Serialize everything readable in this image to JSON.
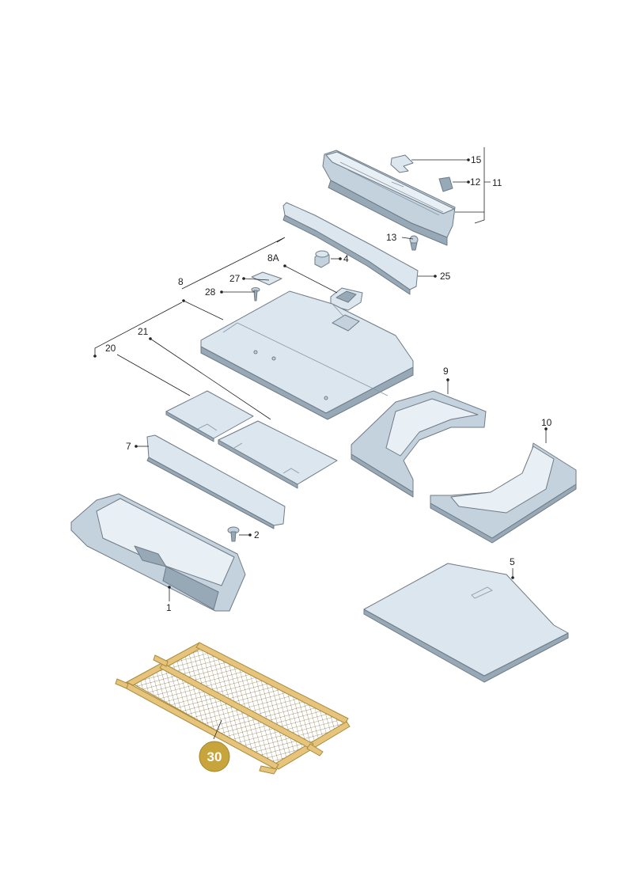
{
  "labels": {
    "l15": "15",
    "l12": "12",
    "l11": "11",
    "l13": "13",
    "l25": "25",
    "l8A": "8A",
    "l4": "4",
    "l8": "8",
    "l27": "27",
    "l28": "28",
    "l21": "21",
    "l20": "20",
    "l9": "9",
    "l10": "10",
    "l7": "7",
    "l2": "2",
    "l1": "1",
    "l5": "5",
    "l30": "30"
  },
  "colors": {
    "part_light": "#dce6ee",
    "part_shadow": "#97a8b6",
    "net_strap": "#e6c47c",
    "badge_gold": "#c8a43d"
  }
}
